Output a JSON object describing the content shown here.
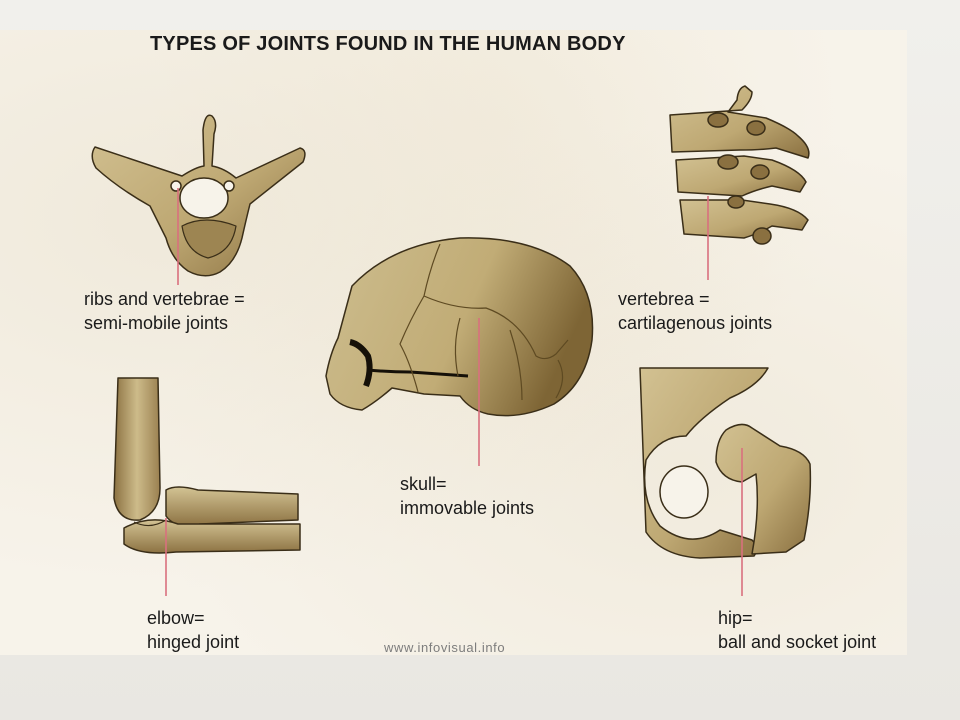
{
  "title": "TYPES OF JOINTS FOUND IN THE HUMAN BODY",
  "labels": {
    "ribs": [
      "ribs and vertebrae =",
      "semi-mobile joints"
    ],
    "vertebrea": [
      "vertebrea =",
      "cartilagenous joints"
    ],
    "skull": [
      "skull=",
      "immovable joints"
    ],
    "elbow": [
      "elbow=",
      "hinged joint"
    ],
    "hip": [
      "hip=",
      "ball and socket joint"
    ]
  },
  "credit": "www.infovisual.info",
  "colors": {
    "bone": "#c4b07b",
    "bone_shadow": "#7a6233",
    "outline": "#3a2e18",
    "pointer": "#d9707e"
  }
}
